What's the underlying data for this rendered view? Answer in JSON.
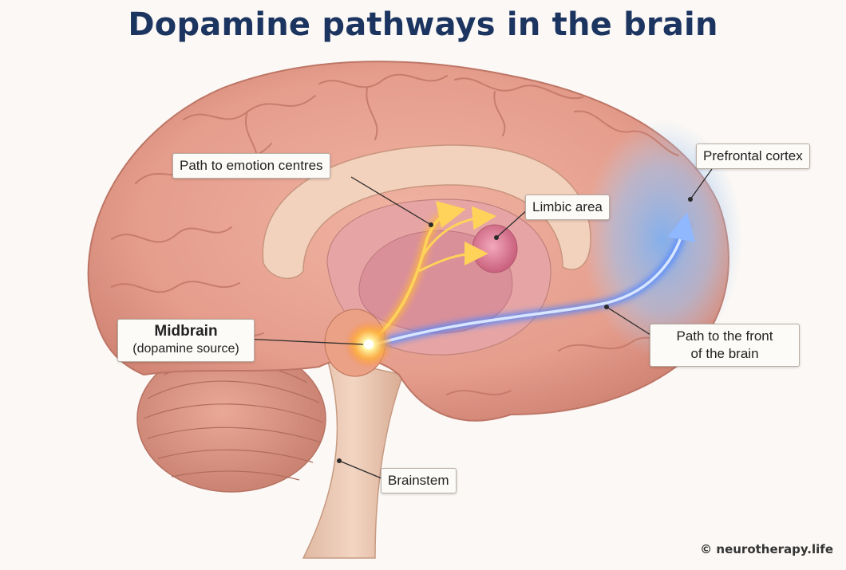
{
  "title": "Dopamine pathways in the brain",
  "labels": {
    "emotion_path": "Path to emotion centres",
    "limbic": "Limbic area",
    "prefrontal": "Prefrontal cortex",
    "midbrain": "Midbrain",
    "midbrain_sub": "(dopamine source)",
    "front_path_line1": "Path to the front",
    "front_path_line2": "of the brain",
    "brainstem": "Brainstem"
  },
  "copyright": "© neurotherapy.life",
  "colors": {
    "title": "#1c3560",
    "brain_tissue": "#e9a08f",
    "limbic_pathway": "#ffc23a",
    "frontal_pathway": "#4f86ff",
    "prefrontal_tint": "#8fb6ea",
    "limbic_area": "#d9708c"
  }
}
